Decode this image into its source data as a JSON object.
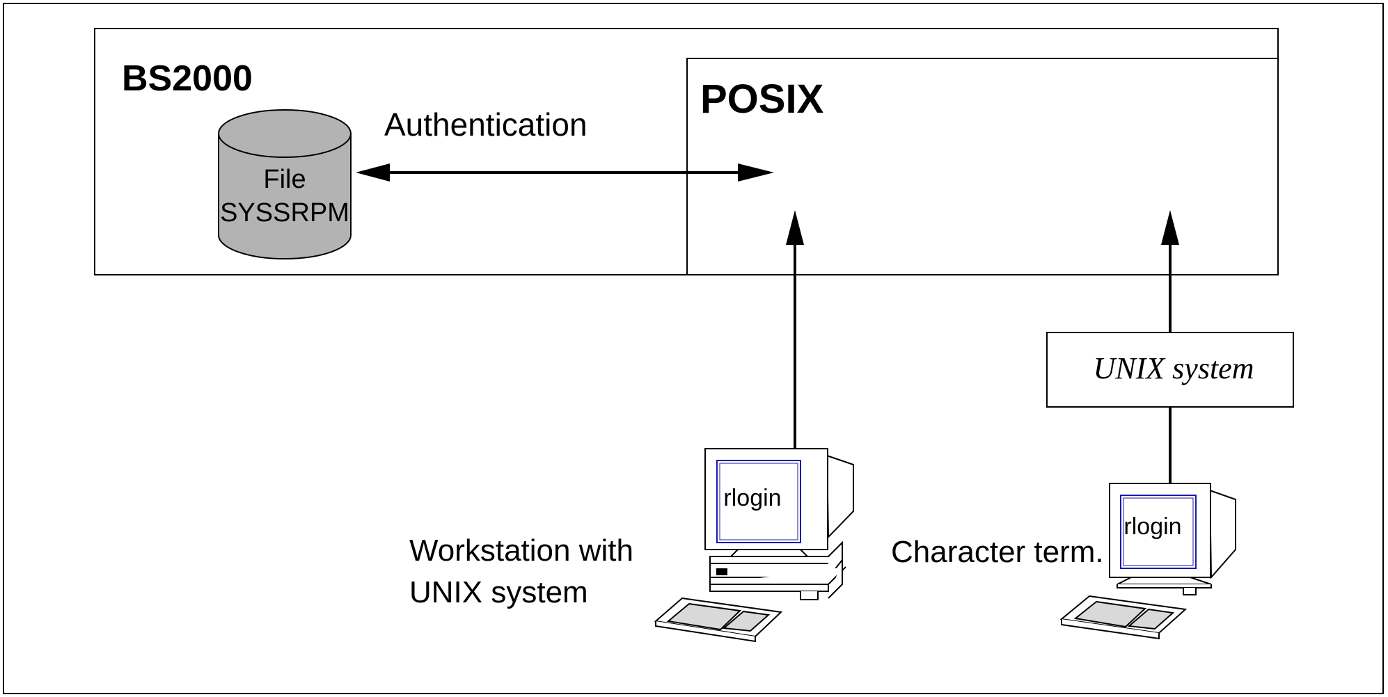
{
  "labels": {
    "bs2000": "BS2000",
    "posix": "POSIX",
    "authentication": "Authentication",
    "file_line1": "File",
    "file_line2": "SYSSRPM",
    "unix_system_box": "UNIX system",
    "workstation_line1": "Workstation with",
    "workstation_line2": "UNIX system",
    "character_term": "Character term.",
    "rlogin_workstation": "rlogin",
    "rlogin_terminal": "rlogin"
  },
  "colors": {
    "line": "#000000",
    "cylinder_fill": "#b3b3b3",
    "screen_border": "#1a1aa6",
    "keyboard_key_fill": "#d9d9d9",
    "background": "#ffffff"
  },
  "icons": [
    "database-cylinder-icon",
    "workstation-computer-icon",
    "character-terminal-icon",
    "keyboard-icon"
  ]
}
